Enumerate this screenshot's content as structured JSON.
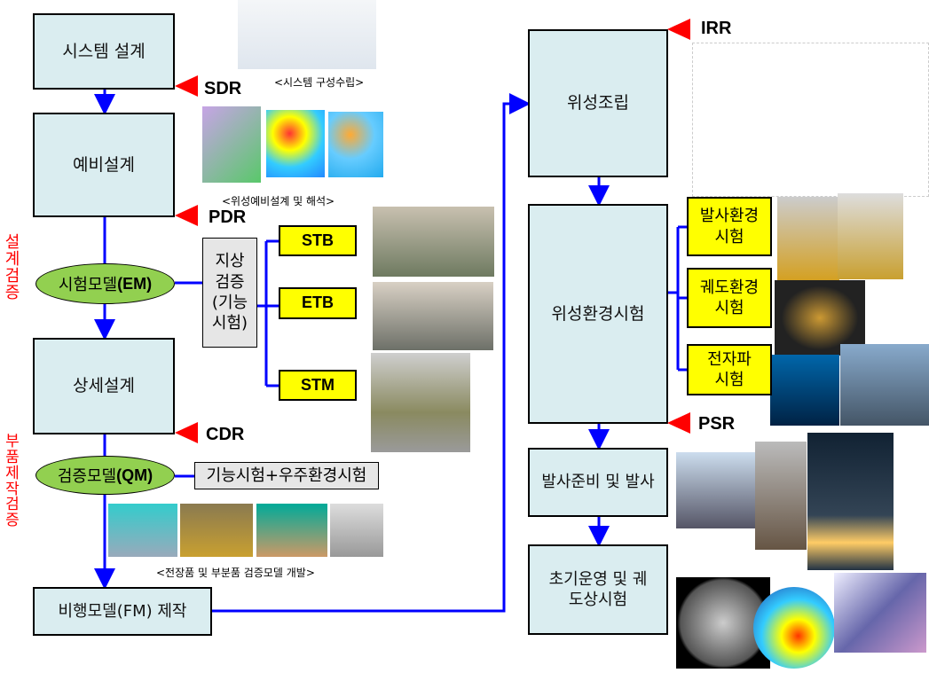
{
  "left": {
    "system_design": "시스템 설계",
    "prelim_design": "예비설계",
    "em_model": {
      "prefix": "시험모델",
      "suffix": "(EM)"
    },
    "detail_design": "상세설계",
    "qm_model": {
      "prefix": "검증모델",
      "suffix": "(QM)"
    },
    "fm_build": "비행모델(FM) 제작",
    "ground_verify": "지상 검증 (기능 시험)",
    "stb": "STB",
    "etb": "ETB",
    "stm": "STM",
    "qm_test": "기능시험+우주환경시험",
    "caption_system": "<시스템 구성수립>",
    "caption_prelim": "<위성예비설계 및 해석>",
    "caption_qm": "<전장품 및 부분품 검증모델 개발>",
    "side_label_design": "설계검증",
    "side_label_parts": "부품제작검증"
  },
  "reviews": {
    "sdr": "SDR",
    "pdr": "PDR",
    "cdr": "CDR",
    "irr": "IRR",
    "psr": "PSR"
  },
  "right": {
    "assembly": "위성조립",
    "env_test": "위성환경시험",
    "launch_env": "발사환경 시험",
    "orbit_env": "궤도환경 시험",
    "emc": "전자파 시험",
    "launch": "발사준비 및 발사",
    "init_ops": "초기운영 및 궤도상시험"
  },
  "colors": {
    "arrow": "#0000ff",
    "review": "#ff0000",
    "box": "#daedf0",
    "ellipse": "#92d050",
    "highlight": "#ffff00"
  }
}
